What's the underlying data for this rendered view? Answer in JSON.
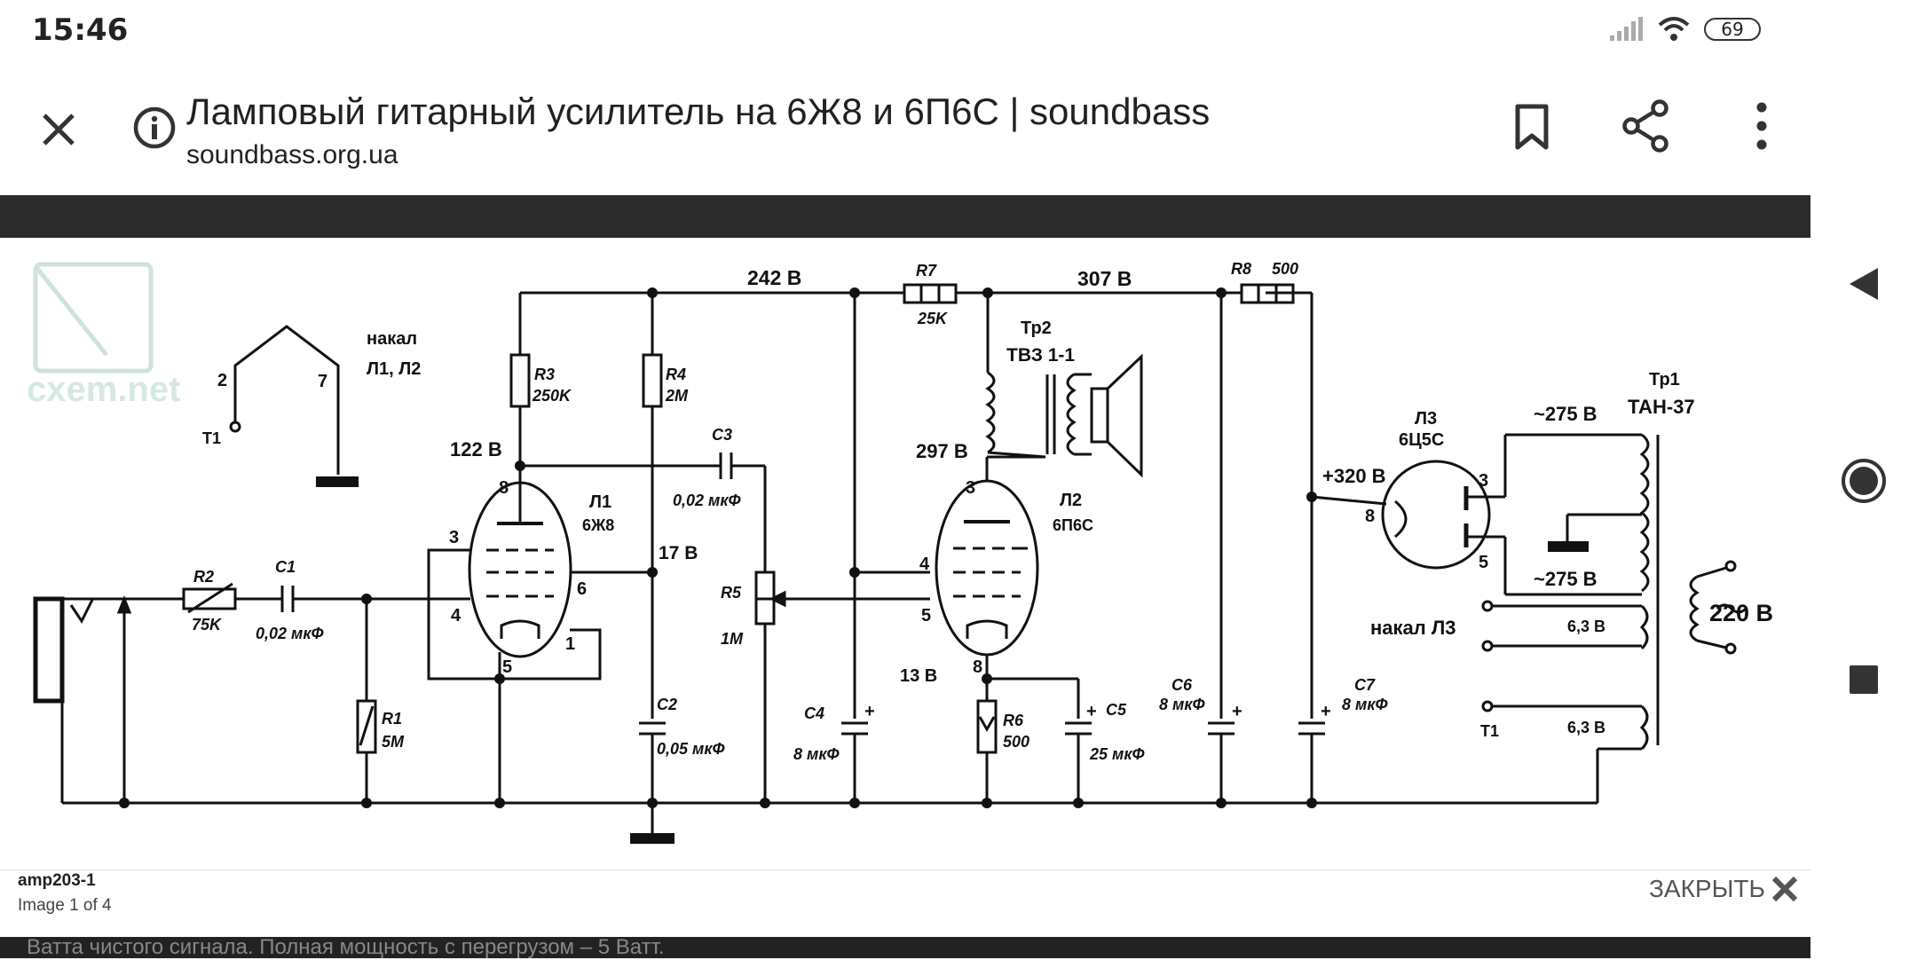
{
  "status_bar": {
    "time": "15:46",
    "battery": "69"
  },
  "toolbar": {
    "title": "Ламповый гитарный усилитель на 6Ж8 и 6П6С | soundbass",
    "url": "soundbass.org.ua"
  },
  "schematic": {
    "watermark": "cxem.net",
    "labels": {
      "nakal": "накал",
      "l1l2": "Л1, Л2",
      "pin2": "2",
      "pin7": "7",
      "t1a": "T1",
      "v242": "242 В",
      "r7": "R7",
      "r7v": "25K",
      "v307": "307 В",
      "r8": "R8",
      "r8v": "500",
      "tp2": "Тр2",
      "tvz": "ТВЗ 1-1",
      "r3": "R3",
      "r3v": "250K",
      "r4": "R4",
      "r4v": "2M",
      "v122": "122 В",
      "c3": "C3",
      "c3v": "0,02 мкФ",
      "l1": "Л1",
      "l1t": "6Ж8",
      "p8a": "8",
      "p3a": "3",
      "p6a": "6",
      "p4a": "4",
      "p5a": "5",
      "p1a": "1",
      "v17": "17 В",
      "r5": "R5",
      "r5v": "1M",
      "v297": "297 В",
      "l2": "Л2",
      "l2t": "6П6С",
      "p3b": "3",
      "p4b": "4",
      "p5b": "5",
      "p8b": "8",
      "v13": "13 В",
      "r6": "R6",
      "r6v": "500",
      "c5": "C5",
      "c5v": "25 мкФ",
      "c4": "C4",
      "c4v": "8 мкФ",
      "c2": "C2",
      "c2v": "0,05 мкФ",
      "r2": "R2",
      "r2v": "75K",
      "c1": "C1",
      "c1v": "0,02 мкФ",
      "r1": "R1",
      "r1v": "5M",
      "l3": "Л3",
      "l3t": "6Ц5С",
      "v320": "+320 В",
      "p8c": "8",
      "p3c": "3",
      "p5c": "5",
      "tp1": "Тр1",
      "tan": "ТАН-37",
      "v275a": "~275 В",
      "v275b": "~275 В",
      "v220": "220 В",
      "nakal_l3": "накал Л3",
      "v63a": "6,3 В",
      "v63b": "6,3 В",
      "t1b": "T1",
      "c6": "C6",
      "c6v": "8 мкФ",
      "c7": "C7",
      "c7v": "8 мкФ",
      "plus": "+"
    }
  },
  "caption": {
    "name": "amp203-1",
    "count": "Image 1 of 4",
    "close_label": "ЗАКРЫТЬ"
  },
  "bottom_text": "Ватта чистого сигнала. Полная мощность с перегрузом – 5 Ватт."
}
